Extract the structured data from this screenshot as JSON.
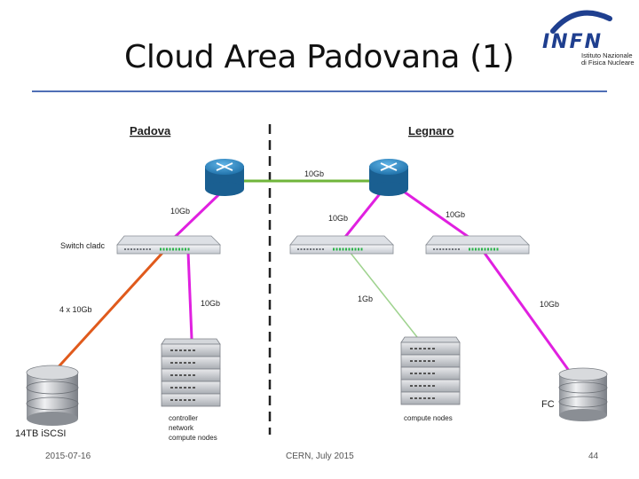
{
  "slide": {
    "title": "Cloud Area Padovana (1)",
    "footer_date": "2015-07-16",
    "footer_event": "CERN, July 2015",
    "page_number": "44"
  },
  "logo": {
    "mark": "INFN",
    "line1": "Istituto Nazionale",
    "line2": "di Fisica Nucleare"
  },
  "diagram": {
    "site_left": "Padova",
    "site_right": "Legnaro",
    "switch_label": "Switch cladc",
    "links": {
      "router_router": "10Gb",
      "padova_router_switch": "10Gb",
      "legnaro_router_switch_left": "10Gb",
      "legnaro_router_switch_right": "10Gb",
      "padova_switch_storage": "4 x 10Gb",
      "padova_switch_servers": "10Gb",
      "legnaro_switch_servers": "1Gb",
      "legnaro_switch_fc": "10Gb"
    },
    "storage_left": "14TB iSCSI",
    "storage_right": "FC",
    "servers_left": [
      "controller",
      "network",
      "compute nodes"
    ],
    "servers_right": "compute nodes",
    "colors": {
      "green_link": "#6fb53a",
      "magenta_link": "#e020e0",
      "orange_link": "#e05a1c",
      "light_green_link": "#9fd38f",
      "router": "#2a89c9",
      "rule": "#4f6fb5"
    }
  }
}
